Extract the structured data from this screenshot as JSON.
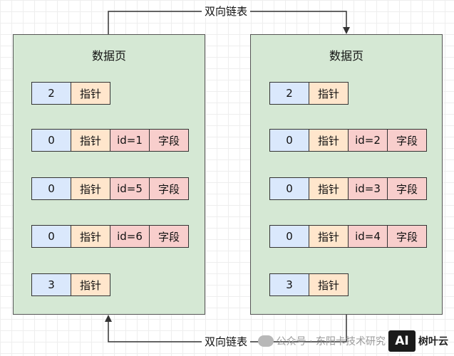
{
  "top_link_label": "双向链表",
  "bottom_link_label": "双向链表",
  "pages": [
    {
      "title": "数据页",
      "rows": [
        {
          "num": "2",
          "ptr": "指针"
        },
        {
          "num": "0",
          "ptr": "指针",
          "id": "id=1",
          "field": "字段"
        },
        {
          "num": "0",
          "ptr": "指针",
          "id": "id=5",
          "field": "字段"
        },
        {
          "num": "0",
          "ptr": "指针",
          "id": "id=6",
          "field": "字段"
        },
        {
          "num": "3",
          "ptr": "指针"
        }
      ]
    },
    {
      "title": "数据页",
      "rows": [
        {
          "num": "2",
          "ptr": "指针"
        },
        {
          "num": "0",
          "ptr": "指针",
          "id": "id=2",
          "field": "字段"
        },
        {
          "num": "0",
          "ptr": "指针",
          "id": "id=3",
          "field": "字段"
        },
        {
          "num": "0",
          "ptr": "指针",
          "id": "id=4",
          "field": "字段"
        },
        {
          "num": "3",
          "ptr": "指针"
        }
      ]
    }
  ],
  "watermark": {
    "text": "公众号 · 东阳卡技术研究",
    "logo_text": "AI",
    "brand": "树叶云",
    "icon": "wechat-icon"
  }
}
